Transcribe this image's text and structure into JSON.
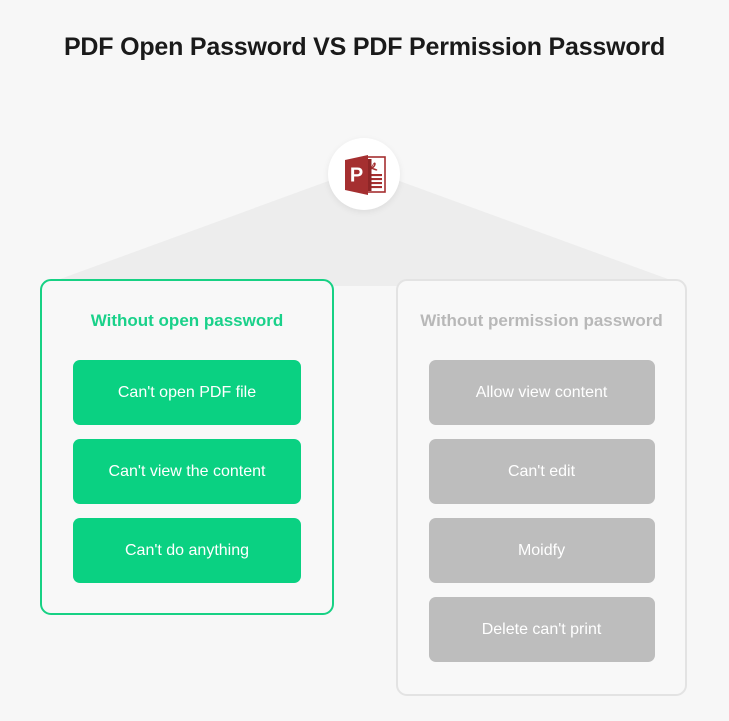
{
  "page": {
    "title": "PDF Open Password VS PDF Permission Password",
    "background_color": "#f7f7f7"
  },
  "center_icon": {
    "name": "pdf-file-icon",
    "letter": "P",
    "colors": {
      "badge": "#a52f30",
      "panel_border": "#a52f30",
      "circle": "#ffffff"
    }
  },
  "colors": {
    "green_accent": "#0ad182",
    "green_border": "#17d184",
    "gray_accent": "#bdbdbd",
    "gray_border": "#e3e3e3",
    "gray_text": "#b8b8b8",
    "title_text": "#1a1a1a",
    "funnel": "#ededed"
  },
  "left_card": {
    "heading": "Without open password",
    "items": [
      {
        "label": "Can't open PDF file"
      },
      {
        "label": "Can't view the content"
      },
      {
        "label": "Can't do anything"
      }
    ]
  },
  "right_card": {
    "heading": "Without permission password",
    "items": [
      {
        "label": "Allow view content"
      },
      {
        "label": "Can't edit"
      },
      {
        "label": "Moidfy"
      },
      {
        "label": "Delete can't print"
      }
    ]
  }
}
